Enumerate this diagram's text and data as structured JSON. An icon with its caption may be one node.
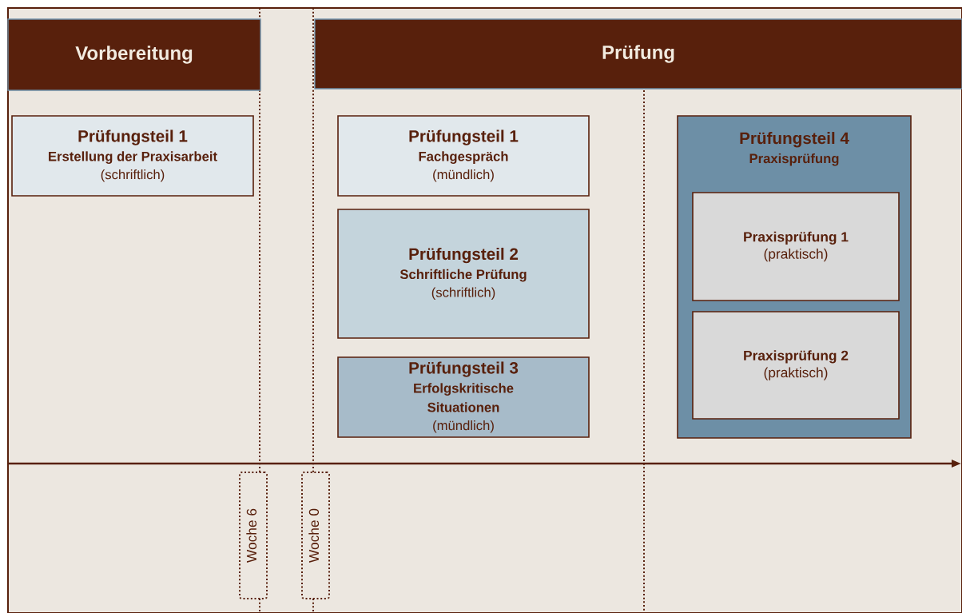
{
  "diagram": {
    "nodes": [
      {
        "text": [
          "Vorbereitung"
        ]
      },
      {
        "text": [
          "Prüfung"
        ]
      },
      {
        "text": [
          "Prüfungsteil 1",
          "Erstellung der Praxisarbeit",
          "(schriftlich)"
        ]
      },
      {
        "text": [
          "Prüfungsteil 1",
          "Fachgespräch",
          "(mündlich)"
        ]
      },
      {
        "text": [
          "Prüfungsteil 2",
          "Schriftliche Prüfung",
          "(schriftlich)"
        ]
      },
      {
        "text": [
          "Prüfungsteil 3",
          "Erfolgskritische Situationen",
          "(mündlich)"
        ]
      },
      {
        "text": [
          "Prüfungsteil 4",
          "Praxisprüfung"
        ]
      },
      {
        "text": [
          "Praxisprüfung 1",
          "(praktisch)"
        ],
        "in": 6
      },
      {
        "text": [
          "Praxisprüfung 2",
          "(praktisch)"
        ],
        "in": 6
      },
      {
        "text": [
          "Woche 6"
        ]
      },
      {
        "text": [
          "Woche 0"
        ]
      }
    ]
  }
}
